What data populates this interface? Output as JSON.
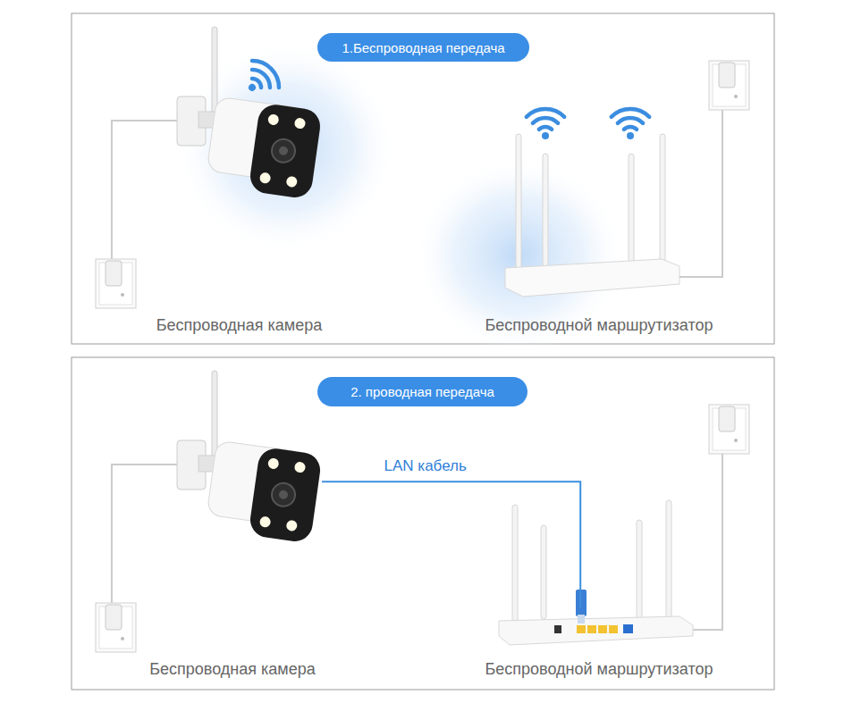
{
  "diagram": {
    "nodes": [
      {
        "text": [
          "1.Беспроводная передача"
        ]
      },
      {
        "text": [
          "Беспроводная камера"
        ]
      },
      {
        "text": [
          "Беспроводной маршрутизатор"
        ]
      },
      {
        "text": [
          "2. проводная передача"
        ]
      },
      {
        "text": [
          "Беспроводная камера"
        ]
      },
      {
        "text": [
          "Беспроводной маршрутизатор"
        ]
      }
    ],
    "edges": [
      {
        "from": 4,
        "to": 5,
        "label": "LAN кабель",
        "arrow": "none"
      }
    ]
  }
}
